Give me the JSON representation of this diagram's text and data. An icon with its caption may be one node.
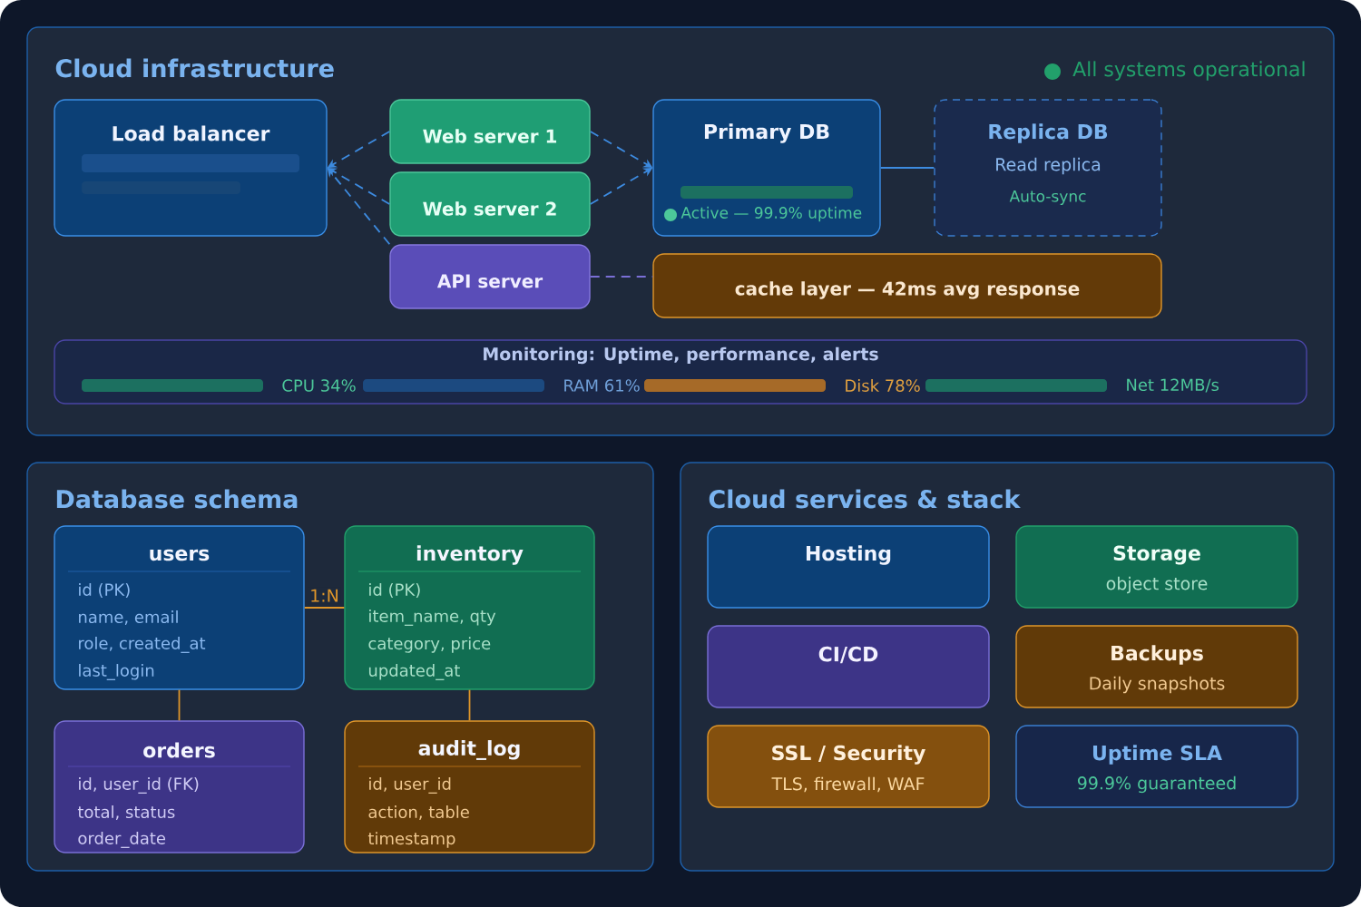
{
  "diagram": {
    "nodes": [
      {
        "text": [
          "Cloud infrastructure",
          "All systems operational"
        ]
      },
      {
        "text": [
          "Load balancer"
        ],
        "in": 0
      },
      {
        "text": [
          "Web server 1"
        ],
        "in": 0
      },
      {
        "text": [
          "Web server 2"
        ],
        "in": 0
      },
      {
        "text": [
          "Primary DB",
          "Active — 99.9% uptime"
        ],
        "in": 0
      },
      {
        "text": [
          "Replica DB",
          "Read replica",
          "Auto-sync"
        ],
        "in": 0
      },
      {
        "text": [
          "API server"
        ],
        "in": 0
      },
      {
        "text": [
          "cache layer — 42ms avg response"
        ],
        "in": 0
      },
      {
        "text": [
          "Monitoring: Uptime, performance, alerts",
          "CPU 34%",
          "RAM 61%",
          "Disk 78%",
          "Net 12MB/s"
        ],
        "in": 0
      },
      {
        "text": [
          "Database schema"
        ]
      },
      {
        "text": [
          "users",
          "id (PK)",
          "name, email",
          "role, created_at",
          "last_login"
        ],
        "in": 9
      },
      {
        "text": [
          "inventory",
          "id (PK)",
          "item_name, qty",
          "category, price",
          "updated_at"
        ],
        "in": 9
      },
      {
        "text": [
          "orders",
          "id, user_id (FK)",
          "total, status",
          "order_date"
        ],
        "in": 9
      },
      {
        "text": [
          "audit_log",
          "id, user_id",
          "action, table",
          "timestamp"
        ],
        "in": 9
      },
      {
        "text": [
          "Cloud services & stack"
        ]
      },
      {
        "text": [
          "Hosting"
        ],
        "in": 14
      },
      {
        "text": [
          "Storage",
          "object store"
        ],
        "in": 14
      },
      {
        "text": [
          "CI/CD"
        ],
        "in": 14
      },
      {
        "text": [
          "Backups",
          "Daily snapshots"
        ],
        "in": 14
      },
      {
        "text": [
          "SSL / Security",
          "TLS, firewall, WAF"
        ],
        "in": 14
      },
      {
        "text": [
          "Uptime SLA",
          "99.9% guaranteed"
        ],
        "in": 14
      }
    ],
    "edges": [
      {
        "from": 2,
        "to": 1,
        "arrow": "to",
        "style": "dashed"
      },
      {
        "from": 3,
        "to": 1,
        "arrow": "to",
        "style": "dashed"
      },
      {
        "from": 6,
        "to": 1,
        "arrow": "to",
        "style": "dashed"
      },
      {
        "from": 2,
        "to": 4,
        "arrow": "to",
        "style": "dashed"
      },
      {
        "from": 3,
        "to": 4,
        "arrow": "to",
        "style": "dashed"
      },
      {
        "from": 4,
        "to": 5,
        "arrow": "none"
      },
      {
        "from": 6,
        "to": 7,
        "arrow": "none",
        "style": "dashed",
        "color": "#7a6fd6"
      },
      {
        "from": 10,
        "to": 11,
        "arrow": "none",
        "label": "1:N",
        "color": "#e0962a"
      },
      {
        "from": 10,
        "to": 12,
        "arrow": "none",
        "color": "#e0962a"
      },
      {
        "from": 11,
        "to": 13,
        "arrow": "none",
        "color": "#e0962a"
      }
    ]
  }
}
